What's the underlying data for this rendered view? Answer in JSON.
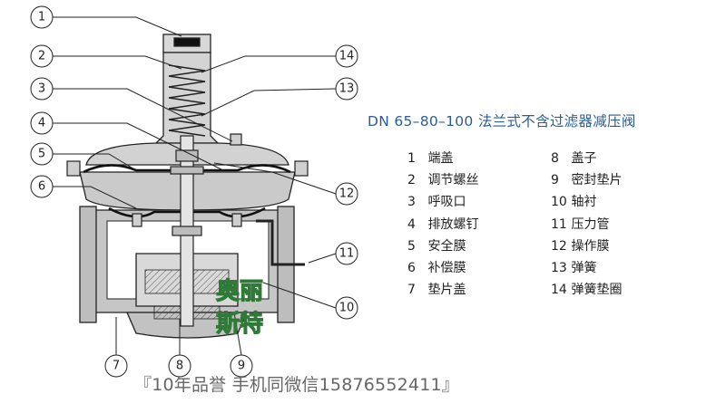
{
  "title": "DN 65–80–100 法兰式不含过滤器减压阀",
  "callouts": [
    "1",
    "2",
    "3",
    "4",
    "5",
    "6",
    "7",
    "8",
    "9",
    "10",
    "11",
    "12",
    "13",
    "14"
  ],
  "legend_left": [
    {
      "num": "1",
      "name": "端盖"
    },
    {
      "num": "2",
      "name": "调节螺丝"
    },
    {
      "num": "3",
      "name": "呼吸口"
    },
    {
      "num": "4",
      "name": "排放螺钉"
    },
    {
      "num": "5",
      "name": "安全膜"
    },
    {
      "num": "6",
      "name": "补偿膜"
    },
    {
      "num": "7",
      "name": "垫片盖"
    }
  ],
  "legend_right": [
    {
      "num": "8",
      "name": "盖子"
    },
    {
      "num": "9",
      "name": "密封垫片"
    },
    {
      "num": "10",
      "name": "轴衬"
    },
    {
      "num": "11",
      "name": "压力管"
    },
    {
      "num": "12",
      "name": "操作膜"
    },
    {
      "num": "13",
      "name": "弹簧"
    },
    {
      "num": "14",
      "name": "弹簧垫圈"
    }
  ],
  "watermark": [
    "奥丽",
    "斯特"
  ],
  "footer": "『10年品誉 手机同微信15876552411』",
  "colors": {
    "line": "#222222",
    "body_fill": "#cfcfcf",
    "title": "#2a5d95",
    "watermark": "#2f7a36"
  }
}
